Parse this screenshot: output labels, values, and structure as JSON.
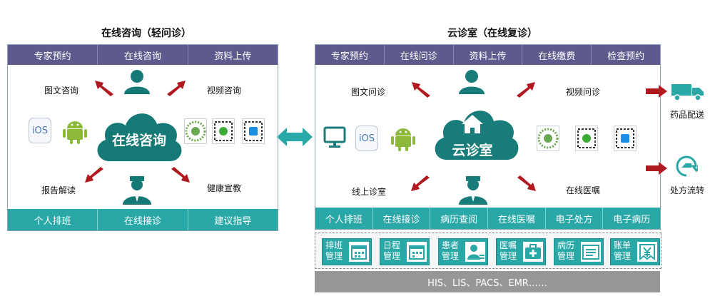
{
  "left": {
    "title": "在线咨询（轻问诊）",
    "top_tabs": [
      "专家预约",
      "在线咨询",
      "资料上传"
    ],
    "cloud": "在线咨询",
    "labels": {
      "image_text": "图文咨询",
      "video": "视频咨询",
      "report": "报告解读",
      "health": "健康宣教"
    },
    "ios": "iOS",
    "bottom_tabs": [
      "个人排班",
      "在线接诊",
      "建议指导"
    ]
  },
  "right": {
    "title": "云诊室（在线复诊）",
    "top_tabs": [
      "专家预约",
      "在线问诊",
      "资料上传",
      "在线缴费",
      "检查预约"
    ],
    "cloud": "云诊室",
    "labels": {
      "image_text": "图文问诊",
      "video": "视频问诊",
      "offline": "线上诊室",
      "advice": "在线医嘱"
    },
    "ios": "iOS",
    "bottom_tabs": [
      "个人排班",
      "在线接诊",
      "病历查阅",
      "在线医嘱",
      "电子处方",
      "电子病历"
    ],
    "tiles": [
      {
        "label": "排班管理",
        "icon": "calendar-icon"
      },
      {
        "label": "日程管理",
        "icon": "calendar-icon"
      },
      {
        "label": "患者管理",
        "icon": "person-icon"
      },
      {
        "label": "医嘱管理",
        "icon": "medkit-icon"
      },
      {
        "label": "病历管理",
        "icon": "record-icon"
      },
      {
        "label": "账单管理",
        "icon": "yen-icon"
      }
    ],
    "systems": "HIS、LIS、PACS、EMR……"
  },
  "side": {
    "delivery": "药品配送",
    "prescription": "处方流转"
  },
  "colors": {
    "purple": "#5f5a8e",
    "teal": "#2aa8a8",
    "cloud_left": "#157a76",
    "cloud_right": "#187d7a",
    "arrow_red": "#b0191f",
    "gray": "#979797"
  }
}
